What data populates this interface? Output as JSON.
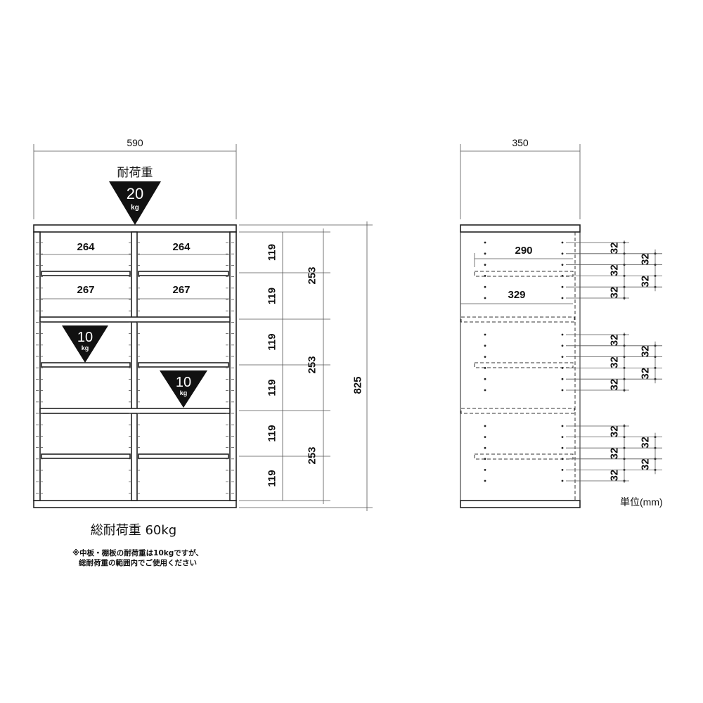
{
  "front": {
    "width": "590",
    "load_label": "耐荷重",
    "top_load": {
      "value": "20",
      "unit": "kg"
    },
    "shelf_load_left": {
      "value": "10",
      "unit": "kg"
    },
    "shelf_load_right": {
      "value": "10",
      "unit": "kg"
    },
    "inner_width_top": "264",
    "inner_width_second": "267",
    "section_height": "119",
    "block_height": "253",
    "total_height": "825"
  },
  "side": {
    "depth": "350",
    "shelf_depth": "290",
    "inner_depth": "329",
    "hole_pitch": "32",
    "unit_label": "単位(mm)"
  },
  "notes": {
    "total_load": "総耐荷重 60kg",
    "note_line1": "※中板・棚板の耐荷重は10kgですが、",
    "note_line2": "総耐荷重の範囲内でご使用ください"
  }
}
